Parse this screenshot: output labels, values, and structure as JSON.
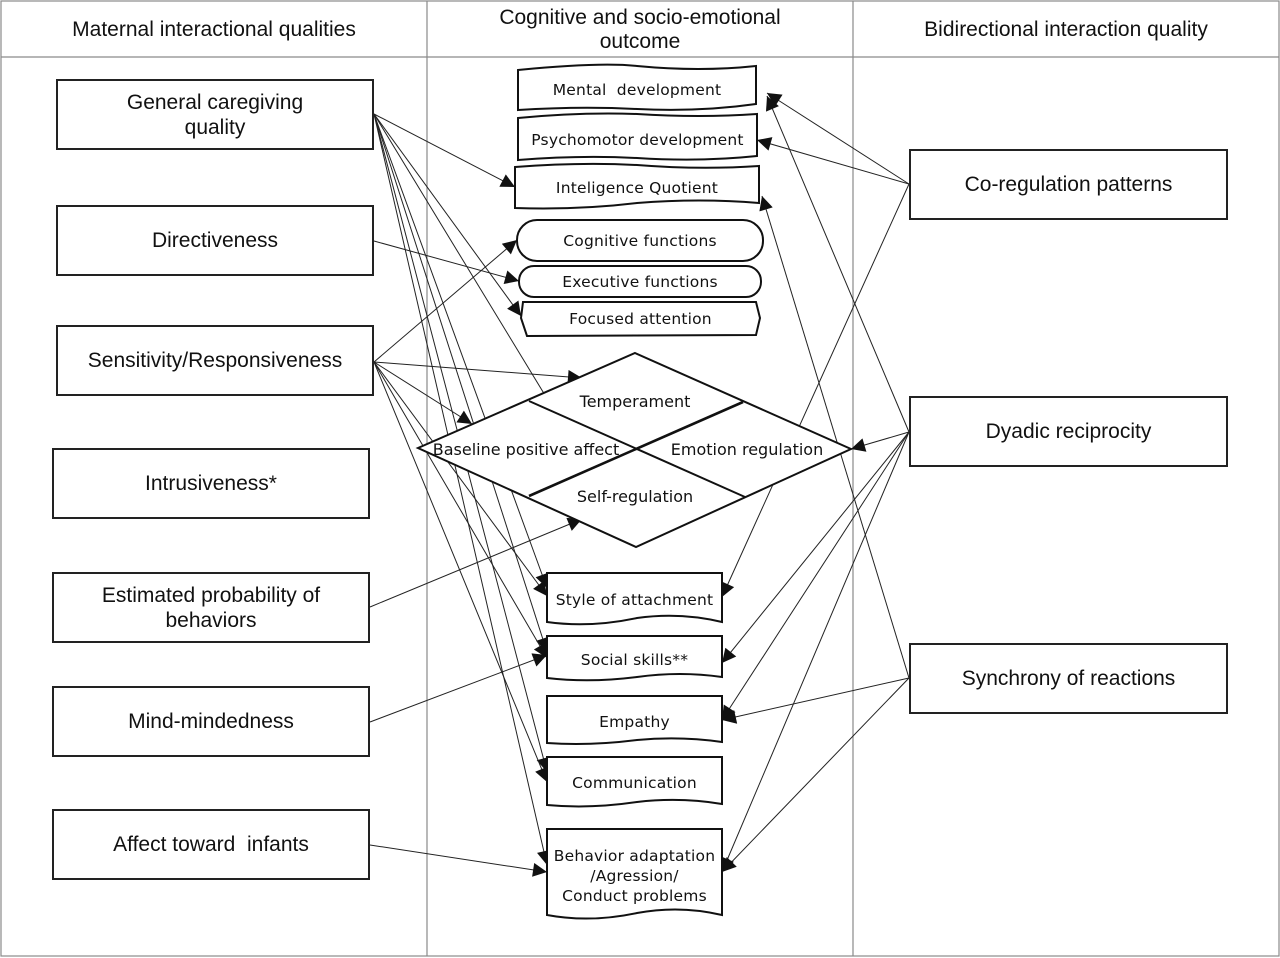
{
  "columns": {
    "left": "Maternal interactional qualities",
    "middle": "Cognitive and socio-emotional outcome",
    "right": "Bidirectional interaction quality"
  },
  "maternal_qualities": [
    {
      "id": "gcq",
      "label": "General caregiving quality"
    },
    {
      "id": "dir",
      "label": "Directiveness"
    },
    {
      "id": "sens",
      "label": "Sensitivity/Responsiveness"
    },
    {
      "id": "intr",
      "label": "Intrusiveness*"
    },
    {
      "id": "est",
      "label": "Estimated probability of behaviors"
    },
    {
      "id": "mind",
      "label": "Mind-mindedness"
    },
    {
      "id": "aff",
      "label": "Affect toward  infants"
    }
  ],
  "outcomes": [
    {
      "id": "mental",
      "label": "Mental  development",
      "shape": "wave-top"
    },
    {
      "id": "psycho",
      "label": "Psychomotor development",
      "shape": "wave-top"
    },
    {
      "id": "iq",
      "label": "Inteligence Quotient",
      "shape": "wave-both"
    },
    {
      "id": "cogf",
      "label": "Cognitive functions",
      "shape": "rounded"
    },
    {
      "id": "exef",
      "label": "Executive functions",
      "shape": "rounded"
    },
    {
      "id": "foc",
      "label": "Focused attention",
      "shape": "hexagon"
    },
    {
      "id": "temp",
      "label": "Temperament",
      "shape": "diamond-top"
    },
    {
      "id": "bpa",
      "label": "Baseline positive affect",
      "shape": "diamond-left"
    },
    {
      "id": "emo",
      "label": "Emotion regulation",
      "shape": "diamond-right"
    },
    {
      "id": "self",
      "label": "Self-regulation",
      "shape": "diamond-bottom"
    },
    {
      "id": "att",
      "label": "Style of attachment",
      "shape": "document"
    },
    {
      "id": "soc",
      "label": "Social skills**",
      "shape": "document"
    },
    {
      "id": "emp",
      "label": "Empathy",
      "shape": "document"
    },
    {
      "id": "comm",
      "label": "Communication",
      "shape": "document"
    },
    {
      "id": "beh",
      "label": "Behavior adaptation /Agression/ Conduct problems",
      "label_lines": [
        "Behavior adaptation",
        "/Agression/",
        "Conduct problems"
      ],
      "shape": "document"
    }
  ],
  "bidirectional_qualities": [
    {
      "id": "coreg",
      "label": "Co-regulation patterns"
    },
    {
      "id": "dyad",
      "label": "Dyadic reciprocity"
    },
    {
      "id": "sync",
      "label": "Synchrony of reactions"
    }
  ],
  "edges": [
    {
      "from": "gcq",
      "to": "iq"
    },
    {
      "from": "gcq",
      "to": "foc"
    },
    {
      "from": "gcq",
      "to": "self"
    },
    {
      "from": "gcq",
      "to": "att"
    },
    {
      "from": "gcq",
      "to": "soc"
    },
    {
      "from": "gcq",
      "to": "comm"
    },
    {
      "from": "gcq",
      "to": "beh"
    },
    {
      "from": "dir",
      "to": "exef"
    },
    {
      "from": "sens",
      "to": "cogf"
    },
    {
      "from": "sens",
      "to": "temp"
    },
    {
      "from": "sens",
      "to": "bpa"
    },
    {
      "from": "sens",
      "to": "att"
    },
    {
      "from": "sens",
      "to": "soc"
    },
    {
      "from": "sens",
      "to": "comm"
    },
    {
      "from": "est",
      "to": "self"
    },
    {
      "from": "mind",
      "to": "soc"
    },
    {
      "from": "aff",
      "to": "beh"
    },
    {
      "from": "coreg",
      "to": "mental"
    },
    {
      "from": "coreg",
      "to": "psycho"
    },
    {
      "from": "coreg",
      "to": "att"
    },
    {
      "from": "dyad",
      "to": "mental"
    },
    {
      "from": "dyad",
      "to": "emo"
    },
    {
      "from": "dyad",
      "to": "soc"
    },
    {
      "from": "dyad",
      "to": "emp"
    },
    {
      "from": "dyad",
      "to": "beh"
    },
    {
      "from": "sync",
      "to": "iq"
    },
    {
      "from": "sync",
      "to": "emp"
    },
    {
      "from": "sync",
      "to": "beh"
    }
  ]
}
